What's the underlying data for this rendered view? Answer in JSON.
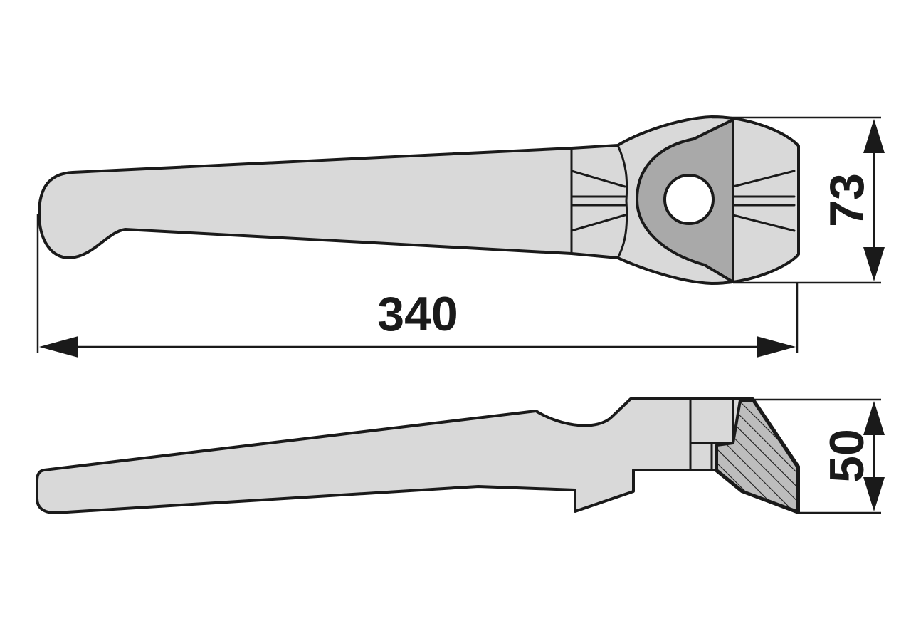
{
  "dimensions": {
    "length": "340",
    "width": "73",
    "thickness": "50"
  }
}
